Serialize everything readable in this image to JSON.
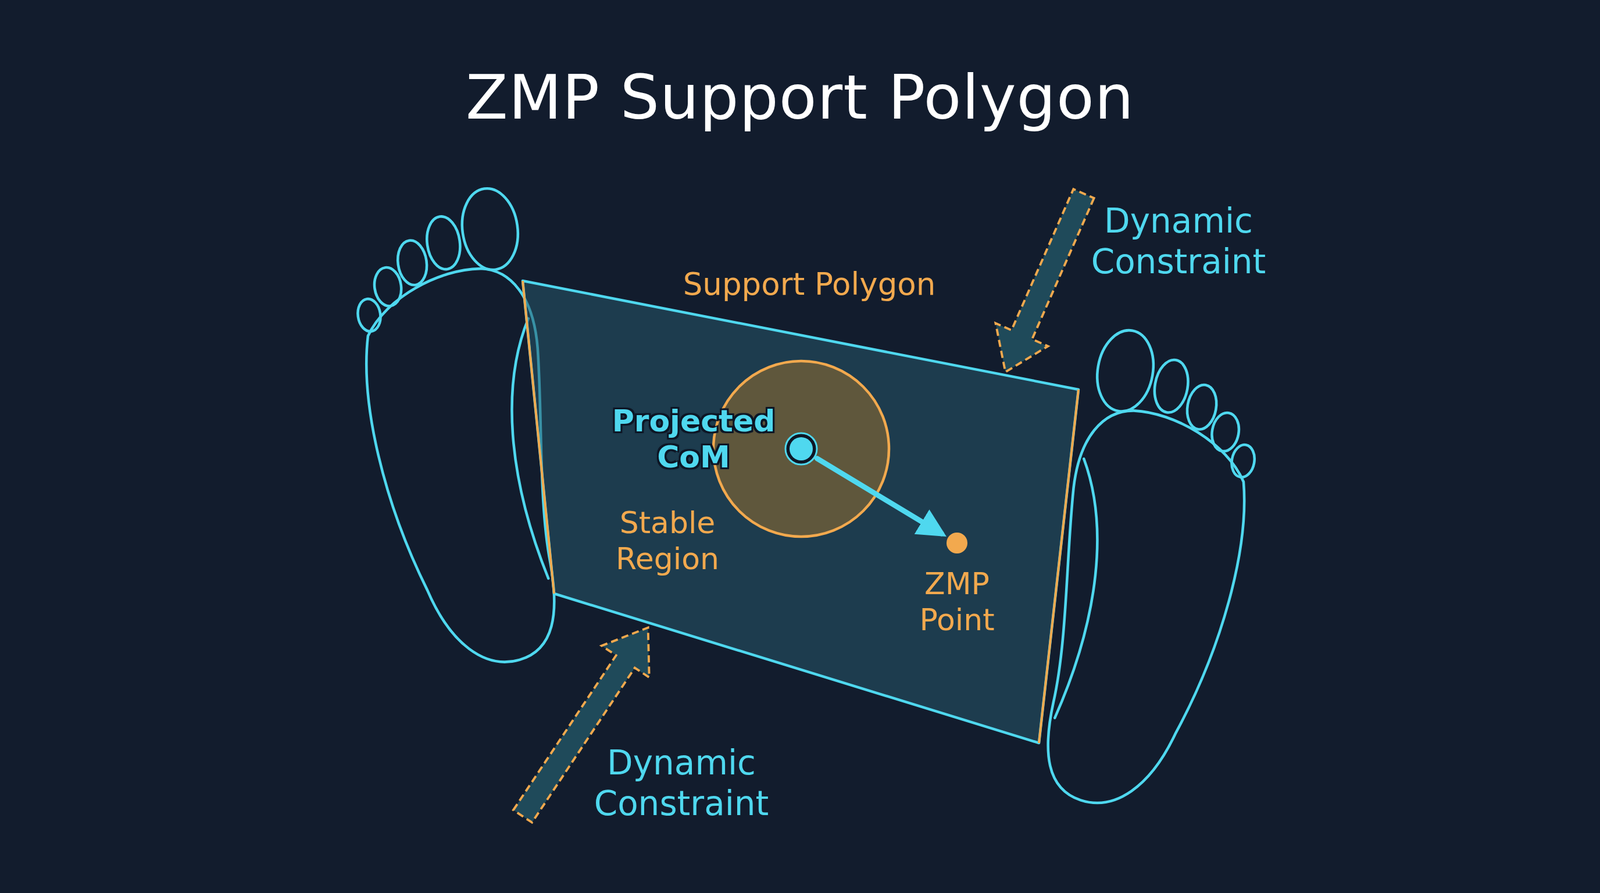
{
  "diagram": {
    "title": "ZMP Support Polygon",
    "nodes": [
      {
        "text": [
          "Support Polygon"
        ]
      },
      {
        "text": [
          "Stable Region"
        ],
        "in": 0
      },
      {
        "text": [
          "Projected CoM"
        ],
        "in": 1
      },
      {
        "text": [
          "ZMP Point"
        ],
        "in": 0
      }
    ],
    "edges": [
      {
        "from": 2,
        "to": 3,
        "arrow": "to"
      }
    ],
    "labels": [
      "Dynamic Constraint",
      "Dynamic Constraint"
    ]
  }
}
